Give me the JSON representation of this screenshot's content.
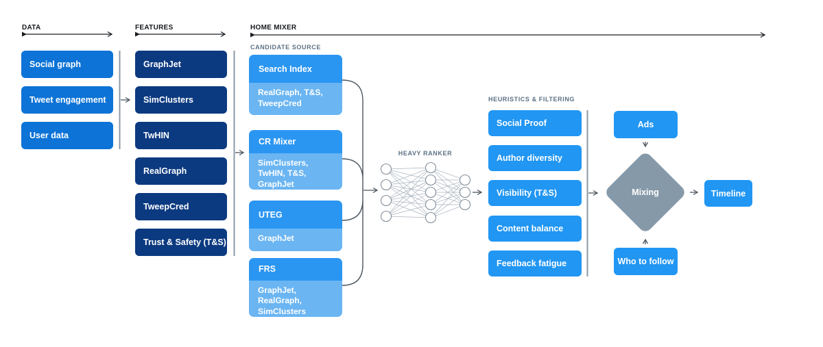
{
  "headers": {
    "data": "DATA",
    "features": "FEATURES",
    "home_mixer": "HOME MIXER"
  },
  "section_labels": {
    "candidate_source": "CANDIDATE SOURCE",
    "heavy_ranker": "HEAVY RANKER",
    "heuristics_filtering": "HEURISTICS & FILTERING"
  },
  "data_column": {
    "items": [
      "Social graph",
      "Tweet engagement",
      "User data"
    ]
  },
  "features_column": {
    "items": [
      "GraphJet",
      "SimClusters",
      "TwHIN",
      "RealGraph",
      "TweepCred",
      "Trust & Safety (T&S)"
    ]
  },
  "candidate_sources": [
    {
      "name": "Search Index",
      "uses": "RealGraph, T&S, TweepCred"
    },
    {
      "name": "CR Mixer",
      "uses": "SimClusters, TwHIN, T&S, GraphJet"
    },
    {
      "name": "UTEG",
      "uses": "GraphJet"
    },
    {
      "name": "FRS",
      "uses": "GraphJet, RealGraph, SimClusters"
    }
  ],
  "heuristics_column": {
    "items": [
      "Social Proof",
      "Author diversity",
      "Visibility (T&S)",
      "Content balance",
      "Feedback fatigue"
    ]
  },
  "mixing_stage": {
    "ads": "Ads",
    "mixing": "Mixing",
    "who_to_follow": "Who to follow",
    "timeline": "Timeline"
  },
  "colors": {
    "data_blue": "#0d73d6",
    "features_navy": "#0c3a80",
    "bright_blue": "#2196f3",
    "candidate_top_blue": "#2b96f2",
    "candidate_sub_blue": "#6ab5f2",
    "diamond_gray": "#8599a9",
    "separator_gray": "#8b9aa7",
    "connector_gray": "#4a545e",
    "header_text": "#15181c",
    "section_label_gray": "#5b7083"
  }
}
